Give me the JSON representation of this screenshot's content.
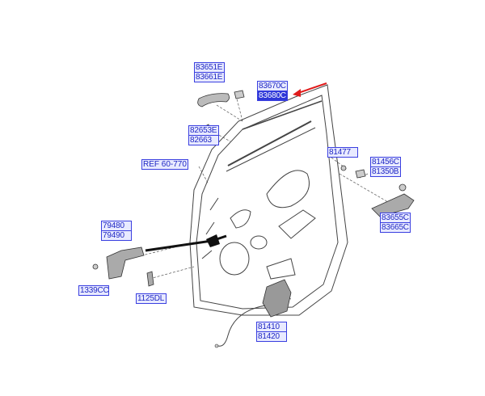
{
  "labels": {
    "outside_handle": [
      "83651E",
      "83661E"
    ],
    "handle_cover": [
      "83670C",
      "83680C"
    ],
    "handle_base": [
      "82653E",
      "82663"
    ],
    "ref": "REF 60-770",
    "bolt": [
      "81477"
    ],
    "screw_set": [
      "81456C",
      "81350B"
    ],
    "inside_handle": [
      "83655C",
      "83665C"
    ],
    "checker": [
      "79480",
      "79490"
    ],
    "checker_bolt": [
      "1339CC"
    ],
    "hinge_bolt": [
      "1125DL"
    ],
    "latch": [
      "81410",
      "81420"
    ]
  },
  "colors": {
    "label_text": "#1f27c4",
    "label_border": "#3a3fe0",
    "label_fill": "#e8eaff",
    "highlight": "#2e38d8",
    "arrow": "#e01b1b"
  }
}
